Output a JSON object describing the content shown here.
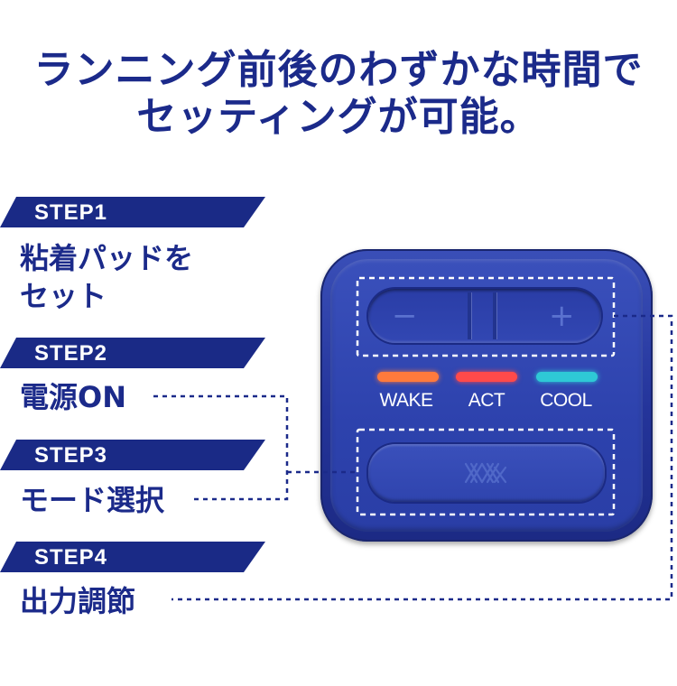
{
  "headline": {
    "line1": "ランニング前後のわずかな時間で",
    "line2": "セッティングが可能。"
  },
  "steps": [
    {
      "label": "STEP1",
      "text_line1": "粘着パッドを",
      "text_line2": "セット"
    },
    {
      "label": "STEP2",
      "text": "電源ON"
    },
    {
      "label": "STEP3",
      "text": "モード選択"
    },
    {
      "label": "STEP4",
      "text": "出力調節"
    }
  ],
  "device": {
    "minus_label": "−",
    "plus_label": "+",
    "modes": [
      {
        "label": "WAKE",
        "color": "#ff7a3c"
      },
      {
        "label": "ACT",
        "color": "#ff4a4a"
      },
      {
        "label": "COOL",
        "color": "#2ec9d6"
      }
    ],
    "mode_button_icon": "brand-logo-icon"
  },
  "colors": {
    "brand_navy": "#1b2a8a",
    "device_blue": "#2d42ad"
  }
}
